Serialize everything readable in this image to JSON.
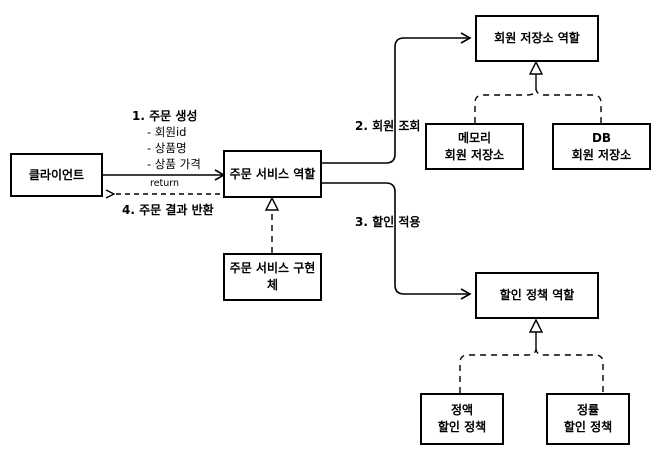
{
  "nodes": {
    "client": "클라이언트",
    "order_service_role": "주문 서비스 역할",
    "order_service_impl": "주문 서비스 구현체",
    "member_repo_role": "회원 저장소 역할",
    "memory_repo": [
      "메모리",
      "회원 저장소"
    ],
    "db_repo": [
      "DB",
      "회원 저장소"
    ],
    "discount_policy_role": "할인 정책 역할",
    "fix_discount": [
      "정액",
      "할인 정책"
    ],
    "rate_discount": [
      "정률",
      "할인 정책"
    ]
  },
  "labels": {
    "create_order": "1. 주문 생성",
    "create_order_params": [
      "- 회원id",
      "- 상품명",
      "- 상품 가격"
    ],
    "return": "return",
    "return_result": "4. 주문 결과 반환",
    "find_member": "2. 회원 조회",
    "apply_discount": "3. 할인 적용"
  }
}
